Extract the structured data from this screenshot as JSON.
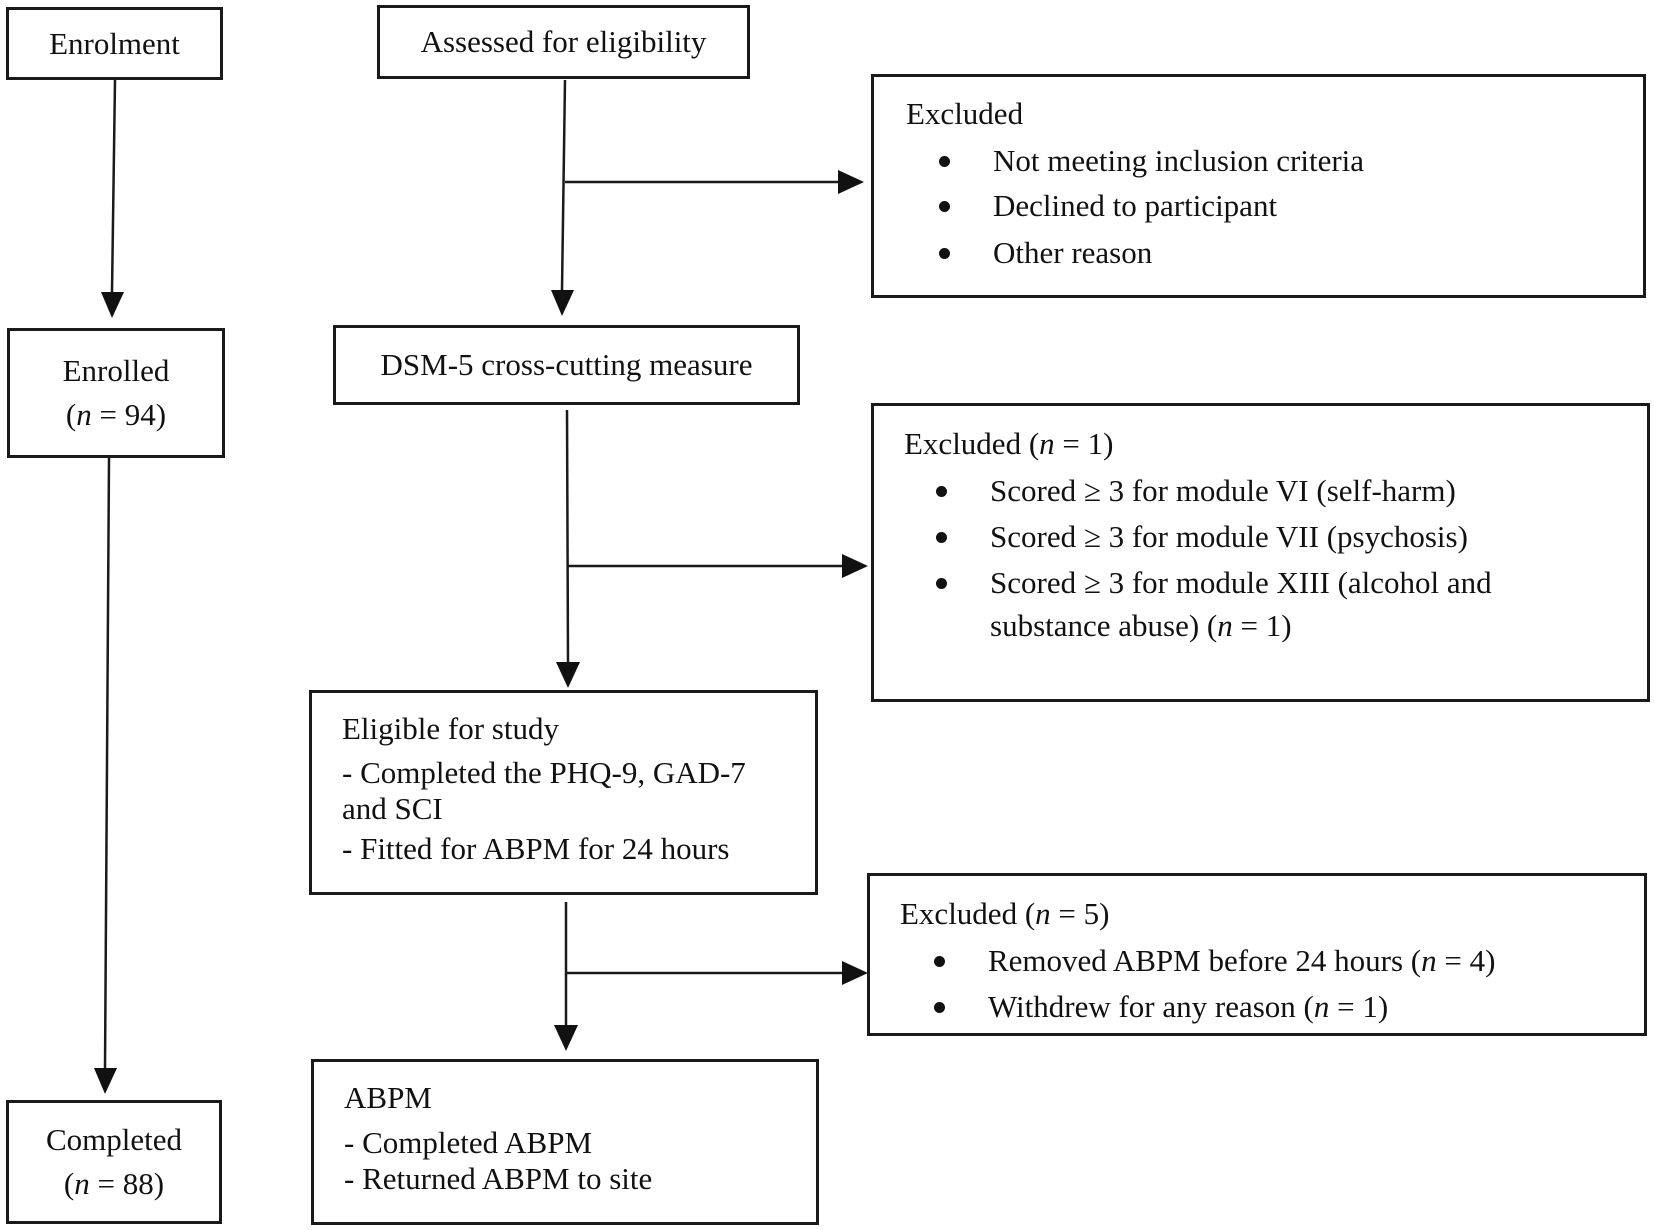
{
  "left_column": {
    "enrolment": "Enrolment",
    "enrolled_label": "Enrolled",
    "enrolled_n": "94",
    "completed_label": "Completed",
    "completed_n": "88"
  },
  "main_flow": {
    "assessed": "Assessed for eligibility",
    "dsm5": "DSM-5 cross-cutting measure",
    "eligible": {
      "title": "Eligible for study",
      "items": [
        "-  Completed the PHQ-9, GAD-7",
        "and SCI",
        "-  Fitted for ABPM for 24 hours"
      ]
    },
    "abpm": {
      "title": "ABPM",
      "items": [
        "-  Completed ABPM",
        "-  Returned ABPM to site"
      ]
    }
  },
  "exclusions": {
    "first": {
      "title": "Excluded",
      "items": [
        "Not meeting inclusion criteria",
        "Declined to participant",
        "Other reason"
      ]
    },
    "second": {
      "title_prefix": "Excluded (",
      "title_n": "1",
      "items": [
        "Scored ≥ 3 for module VI (self-harm)",
        "Scored ≥ 3 for module VII (psychosis)",
        "Scored ≥ 3 for module XIII (alcohol and"
      ],
      "item3_cont_prefix": "substance abuse) (",
      "item3_cont_n": "1"
    },
    "third": {
      "title_prefix": "Excluded (",
      "title_n": "5",
      "item1_prefix": "Removed ABPM before 24 hours (",
      "item1_n": "4",
      "item2_prefix": "Withdrew for any reason (",
      "item2_n": "1"
    }
  }
}
